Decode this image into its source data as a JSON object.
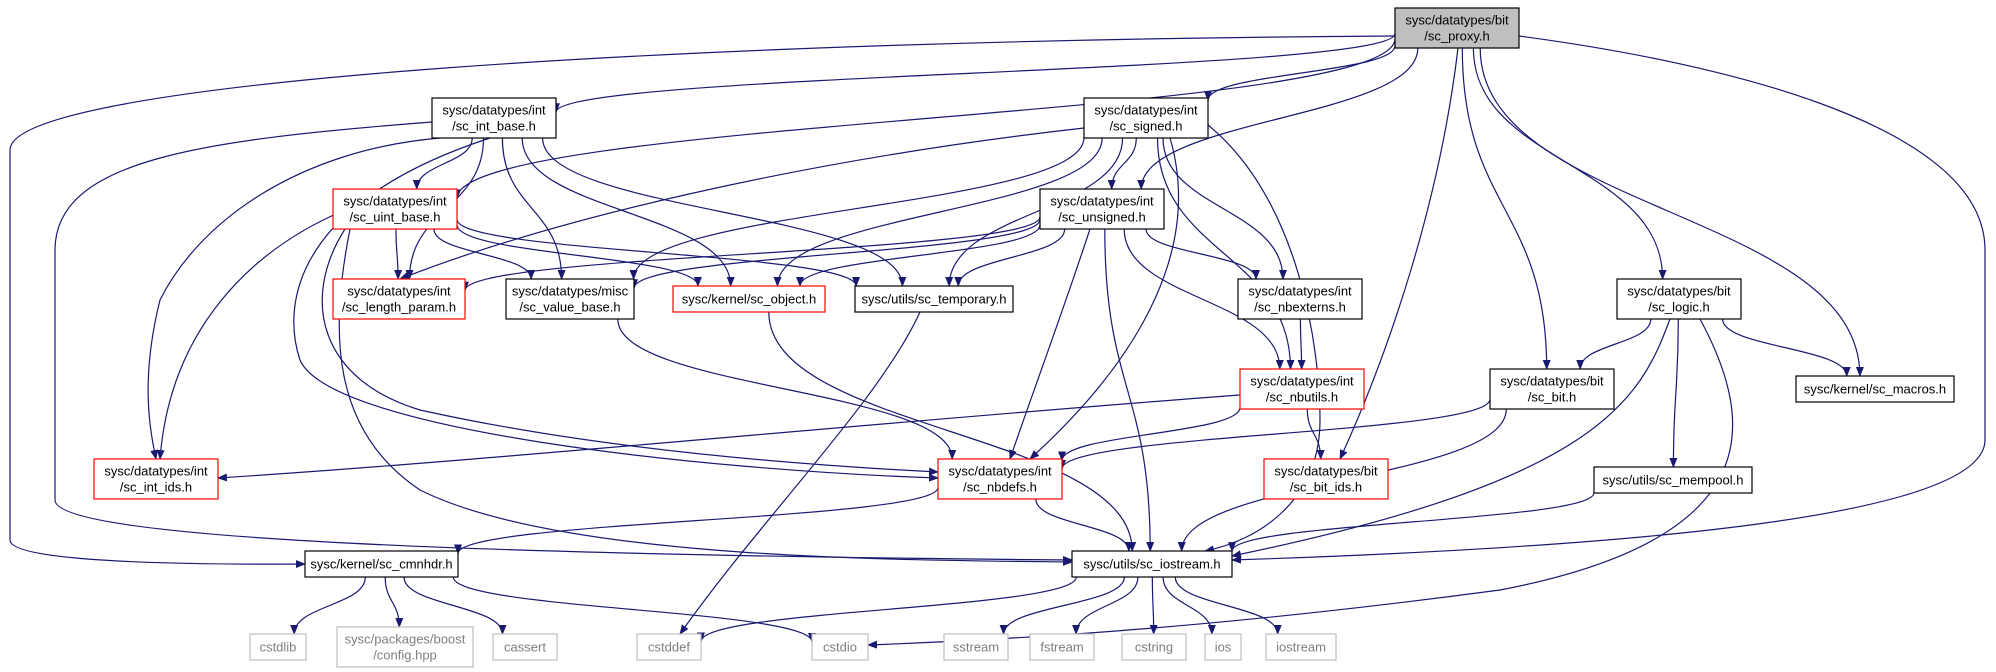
{
  "colors": {
    "edge": "#191970",
    "root_fill": "#bfbfbf",
    "normal_border": "#000000",
    "truncated_border": "#ff0000",
    "system_border": "#bfbfbf",
    "node_fill": "#ffffff",
    "system_text": "#7f7f7f"
  },
  "nodes": [
    {
      "id": "sc_proxy",
      "lines": [
        "sysc/datatypes/bit",
        "/sc_proxy.h"
      ],
      "style": "root"
    },
    {
      "id": "sc_int_base",
      "lines": [
        "sysc/datatypes/int",
        "/sc_int_base.h"
      ],
      "style": "normal"
    },
    {
      "id": "sc_signed",
      "lines": [
        "sysc/datatypes/int",
        "/sc_signed.h"
      ],
      "style": "normal"
    },
    {
      "id": "sc_uint_base",
      "lines": [
        "sysc/datatypes/int",
        "/sc_uint_base.h"
      ],
      "style": "truncated"
    },
    {
      "id": "sc_unsigned",
      "lines": [
        "sysc/datatypes/int",
        "/sc_unsigned.h"
      ],
      "style": "normal"
    },
    {
      "id": "sc_length_param",
      "lines": [
        "sysc/datatypes/int",
        "/sc_length_param.h"
      ],
      "style": "truncated"
    },
    {
      "id": "sc_value_base",
      "lines": [
        "sysc/datatypes/misc",
        "/sc_value_base.h"
      ],
      "style": "normal"
    },
    {
      "id": "sc_object",
      "lines": [
        "sysc/kernel/sc_object.h"
      ],
      "style": "truncated"
    },
    {
      "id": "sc_temporary",
      "lines": [
        "sysc/utils/sc_temporary.h"
      ],
      "style": "normal"
    },
    {
      "id": "sc_nbexterns",
      "lines": [
        "sysc/datatypes/int",
        "/sc_nbexterns.h"
      ],
      "style": "normal"
    },
    {
      "id": "sc_logic",
      "lines": [
        "sysc/datatypes/bit",
        "/sc_logic.h"
      ],
      "style": "normal"
    },
    {
      "id": "sc_nbutils",
      "lines": [
        "sysc/datatypes/int",
        "/sc_nbutils.h"
      ],
      "style": "truncated"
    },
    {
      "id": "sc_bit",
      "lines": [
        "sysc/datatypes/bit",
        "/sc_bit.h"
      ],
      "style": "normal"
    },
    {
      "id": "sc_macros",
      "lines": [
        "sysc/kernel/sc_macros.h"
      ],
      "style": "normal"
    },
    {
      "id": "sc_int_ids",
      "lines": [
        "sysc/datatypes/int",
        "/sc_int_ids.h"
      ],
      "style": "truncated"
    },
    {
      "id": "sc_nbdefs",
      "lines": [
        "sysc/datatypes/int",
        "/sc_nbdefs.h"
      ],
      "style": "truncated"
    },
    {
      "id": "sc_bit_ids",
      "lines": [
        "sysc/datatypes/bit",
        "/sc_bit_ids.h"
      ],
      "style": "truncated"
    },
    {
      "id": "sc_mempool",
      "lines": [
        "sysc/utils/sc_mempool.h"
      ],
      "style": "normal"
    },
    {
      "id": "sc_cmnhdr",
      "lines": [
        "sysc/kernel/sc_cmnhdr.h"
      ],
      "style": "normal"
    },
    {
      "id": "sc_iostream",
      "lines": [
        "sysc/utils/sc_iostream.h"
      ],
      "style": "normal"
    },
    {
      "id": "cstdlib",
      "lines": [
        "cstdlib"
      ],
      "style": "system"
    },
    {
      "id": "boost_config",
      "lines": [
        "sysc/packages/boost",
        "/config.hpp"
      ],
      "style": "system"
    },
    {
      "id": "cassert",
      "lines": [
        "cassert"
      ],
      "style": "system"
    },
    {
      "id": "cstddef",
      "lines": [
        "cstddef"
      ],
      "style": "system"
    },
    {
      "id": "cstdio",
      "lines": [
        "cstdio"
      ],
      "style": "system"
    },
    {
      "id": "sstream",
      "lines": [
        "sstream"
      ],
      "style": "system"
    },
    {
      "id": "fstream",
      "lines": [
        "fstream"
      ],
      "style": "system"
    },
    {
      "id": "cstring",
      "lines": [
        "cstring"
      ],
      "style": "system"
    },
    {
      "id": "ios",
      "lines": [
        "ios"
      ],
      "style": "system"
    },
    {
      "id": "iostream",
      "lines": [
        "iostream"
      ],
      "style": "system"
    }
  ],
  "edges": [
    [
      "sc_proxy",
      "sc_int_base"
    ],
    [
      "sc_proxy",
      "sc_signed"
    ],
    [
      "sc_proxy",
      "sc_uint_base"
    ],
    [
      "sc_proxy",
      "sc_unsigned"
    ],
    [
      "sc_proxy",
      "sc_logic"
    ],
    [
      "sc_proxy",
      "sc_bit"
    ],
    [
      "sc_proxy",
      "sc_macros"
    ],
    [
      "sc_proxy",
      "sc_bit_ids"
    ],
    [
      "sc_proxy",
      "sc_cmnhdr"
    ],
    [
      "sc_proxy",
      "sc_iostream"
    ],
    [
      "sc_int_base",
      "sc_uint_base"
    ],
    [
      "sc_int_base",
      "sc_length_param"
    ],
    [
      "sc_int_base",
      "sc_value_base"
    ],
    [
      "sc_int_base",
      "sc_object"
    ],
    [
      "sc_int_base",
      "sc_temporary"
    ],
    [
      "sc_int_base",
      "sc_int_ids"
    ],
    [
      "sc_int_base",
      "sc_nbdefs"
    ],
    [
      "sc_int_base",
      "sc_iostream"
    ],
    [
      "sc_signed",
      "sc_unsigned"
    ],
    [
      "sc_signed",
      "sc_length_param"
    ],
    [
      "sc_signed",
      "sc_value_base"
    ],
    [
      "sc_signed",
      "sc_object"
    ],
    [
      "sc_signed",
      "sc_temporary"
    ],
    [
      "sc_signed",
      "sc_nbexterns"
    ],
    [
      "sc_signed",
      "sc_nbutils"
    ],
    [
      "sc_signed",
      "sc_nbdefs"
    ],
    [
      "sc_signed",
      "sc_iostream"
    ],
    [
      "sc_uint_base",
      "sc_length_param"
    ],
    [
      "sc_uint_base",
      "sc_value_base"
    ],
    [
      "sc_uint_base",
      "sc_object"
    ],
    [
      "sc_uint_base",
      "sc_temporary"
    ],
    [
      "sc_uint_base",
      "sc_int_ids"
    ],
    [
      "sc_uint_base",
      "sc_nbdefs"
    ],
    [
      "sc_uint_base",
      "sc_iostream"
    ],
    [
      "sc_unsigned",
      "sc_length_param"
    ],
    [
      "sc_unsigned",
      "sc_value_base"
    ],
    [
      "sc_unsigned",
      "sc_object"
    ],
    [
      "sc_unsigned",
      "sc_temporary"
    ],
    [
      "sc_unsigned",
      "sc_nbexterns"
    ],
    [
      "sc_unsigned",
      "sc_nbutils"
    ],
    [
      "sc_unsigned",
      "sc_nbdefs"
    ],
    [
      "sc_unsigned",
      "sc_iostream"
    ],
    [
      "sc_value_base",
      "sc_nbdefs"
    ],
    [
      "sc_object",
      "sc_iostream"
    ],
    [
      "sc_temporary",
      "cstddef"
    ],
    [
      "sc_nbexterns",
      "sc_nbutils"
    ],
    [
      "sc_nbutils",
      "sc_int_ids"
    ],
    [
      "sc_nbutils",
      "sc_nbdefs"
    ],
    [
      "sc_nbutils",
      "sc_bit_ids"
    ],
    [
      "sc_logic",
      "sc_bit"
    ],
    [
      "sc_logic",
      "sc_macros"
    ],
    [
      "sc_logic",
      "sc_mempool"
    ],
    [
      "sc_logic",
      "sc_iostream"
    ],
    [
      "sc_logic",
      "cstdio"
    ],
    [
      "sc_bit",
      "sc_nbdefs"
    ],
    [
      "sc_bit",
      "sc_iostream"
    ],
    [
      "sc_mempool",
      "sc_iostream"
    ],
    [
      "sc_nbdefs",
      "sc_cmnhdr"
    ],
    [
      "sc_nbdefs",
      "sc_iostream"
    ],
    [
      "sc_cmnhdr",
      "cstdlib"
    ],
    [
      "sc_cmnhdr",
      "boost_config"
    ],
    [
      "sc_cmnhdr",
      "cassert"
    ],
    [
      "sc_cmnhdr",
      "cstdio"
    ],
    [
      "sc_iostream",
      "cstddef"
    ],
    [
      "sc_iostream",
      "sstream"
    ],
    [
      "sc_iostream",
      "fstream"
    ],
    [
      "sc_iostream",
      "cstring"
    ],
    [
      "sc_iostream",
      "ios"
    ],
    [
      "sc_iostream",
      "iostream"
    ]
  ]
}
